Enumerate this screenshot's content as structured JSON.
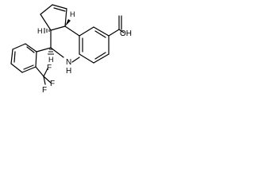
{
  "molecule": {
    "stereo_h_top": "H",
    "stereo_h_left": "H",
    "stereo_h_mid": "H",
    "acid_label": "OH",
    "acid_label_prefix": "",
    "amine_label": "N",
    "amine_h": "H",
    "cf3_f1": "F",
    "cf3_f2": "F",
    "cf3_f3": "F"
  }
}
